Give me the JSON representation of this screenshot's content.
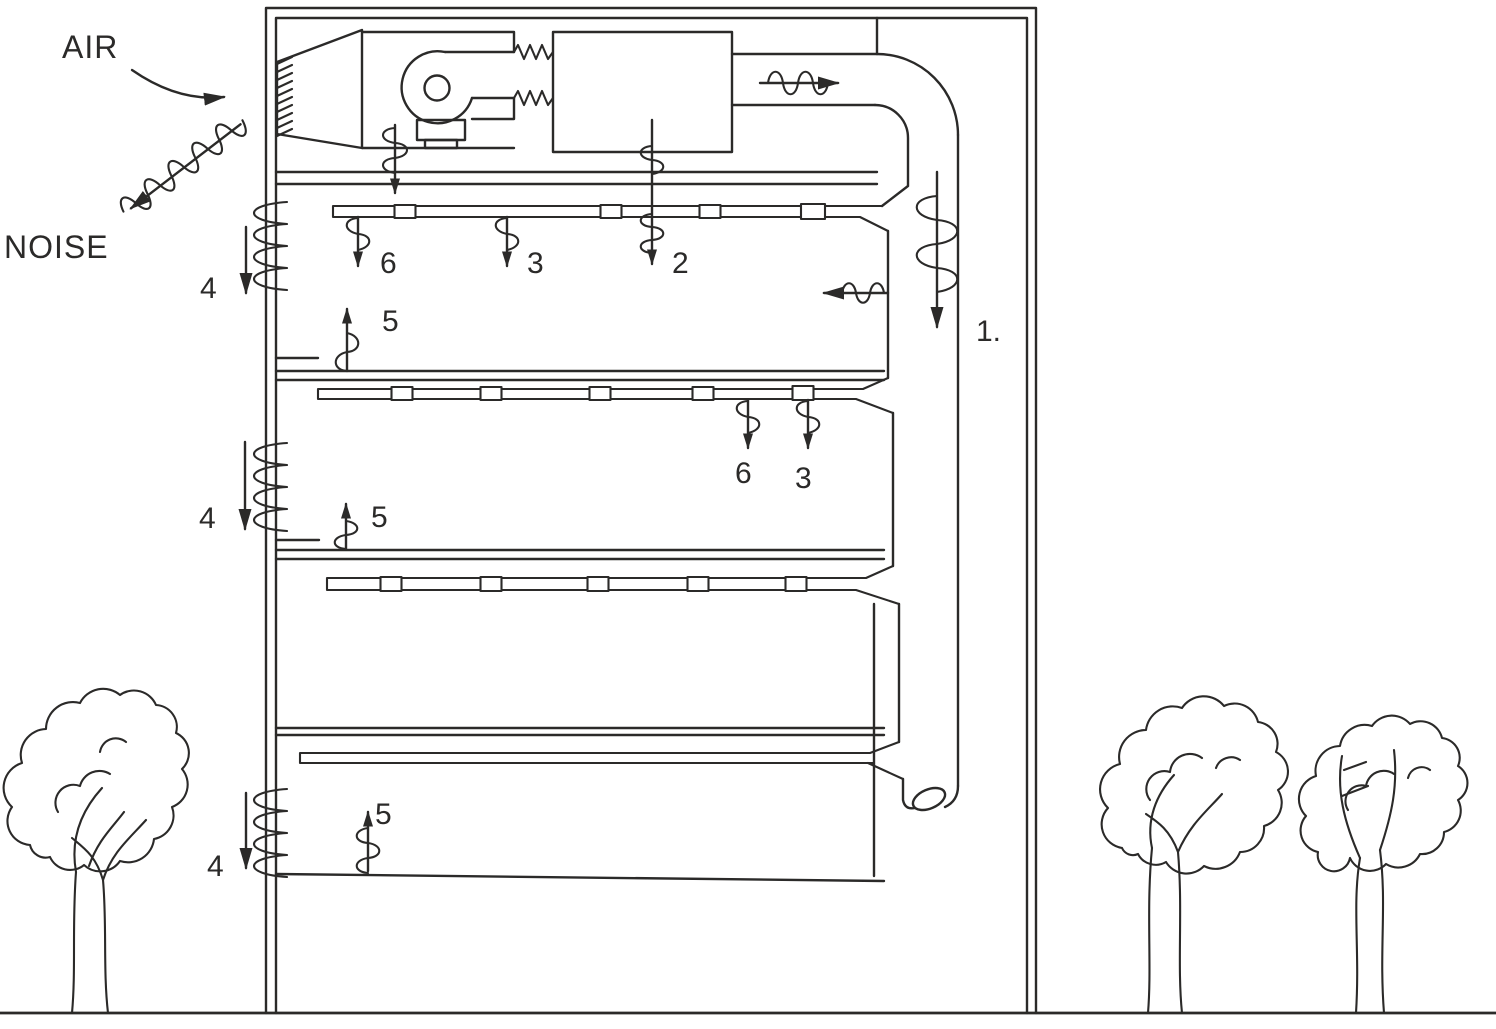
{
  "colors": {
    "ink": "#2b2a29",
    "background": "#ffffff"
  },
  "labels": {
    "air": "AIR",
    "noise": "NOISE",
    "n1": "1.",
    "n2": "2",
    "n3": "3",
    "n4": "4",
    "n5": "5",
    "n6": "6"
  },
  "marker_instances": [
    {
      "label": "1.",
      "at": "supply-riser-duct"
    },
    {
      "label": "2",
      "at": "floor-2-ceiling-center"
    },
    {
      "label": "3",
      "at": "floor-2-ceiling"
    },
    {
      "label": "3",
      "at": "floor-3-ceiling"
    },
    {
      "label": "4",
      "at": "left-wall-floor-2"
    },
    {
      "label": "4",
      "at": "left-wall-floor-3"
    },
    {
      "label": "4",
      "at": "left-wall-ground-floor"
    },
    {
      "label": "5",
      "at": "floor-2-sill"
    },
    {
      "label": "5",
      "at": "floor-3-sill"
    },
    {
      "label": "5",
      "at": "ground-floor"
    },
    {
      "label": "6",
      "at": "floor-2-ceiling"
    },
    {
      "label": "6",
      "at": "floor-3-ceiling"
    }
  ]
}
